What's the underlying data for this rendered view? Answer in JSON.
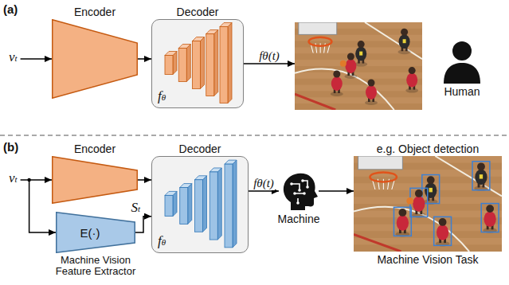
{
  "diagram": {
    "nodes": [
      {
        "text": [
          "Encoder"
        ]
      },
      {
        "text": [
          "Decoder",
          "fθ"
        ]
      },
      {
        "text": [
          "Human"
        ]
      },
      {
        "text": [
          "Encoder"
        ]
      },
      {
        "text": [
          "Decoder",
          "fθ"
        ]
      },
      {
        "text": [
          "E(·)",
          "Machine Vision Feature Extractor"
        ]
      },
      {
        "text": [
          "Machine"
        ]
      },
      {
        "text": [
          "e.g. Object detection",
          "Machine Vision Task"
        ]
      }
    ],
    "edges": [
      {
        "from": 0,
        "to": 1,
        "arrow": "to"
      },
      {
        "from": 3,
        "to": 4,
        "arrow": "to"
      },
      {
        "from": 5,
        "to": 4,
        "arrow": "to",
        "label": "St"
      },
      {
        "from": 4,
        "to": 6,
        "arrow": "to",
        "label": "fθ(t)"
      },
      {
        "from": 6,
        "to": 7,
        "arrow": "to"
      }
    ],
    "labels": [
      "(a)",
      "vt",
      "fθ(t)",
      "(b)",
      "vt"
    ]
  }
}
